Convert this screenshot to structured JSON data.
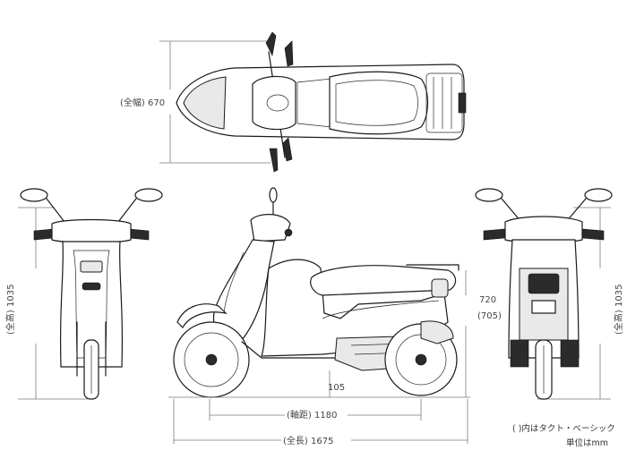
{
  "dimensions": {
    "overall_width": "(全幅) 670",
    "overall_height_front": "(全高) 1035",
    "overall_height_rear": "(全高) 1035",
    "seat_height": "720",
    "seat_height_alt": "(705)",
    "ground_clearance": "105",
    "wheelbase": "(軸距) 1180",
    "overall_length": "(全長) 1675"
  },
  "notes": {
    "variant_note": "( )内はタクト・ベーシック",
    "unit_note": "単位はmm"
  }
}
